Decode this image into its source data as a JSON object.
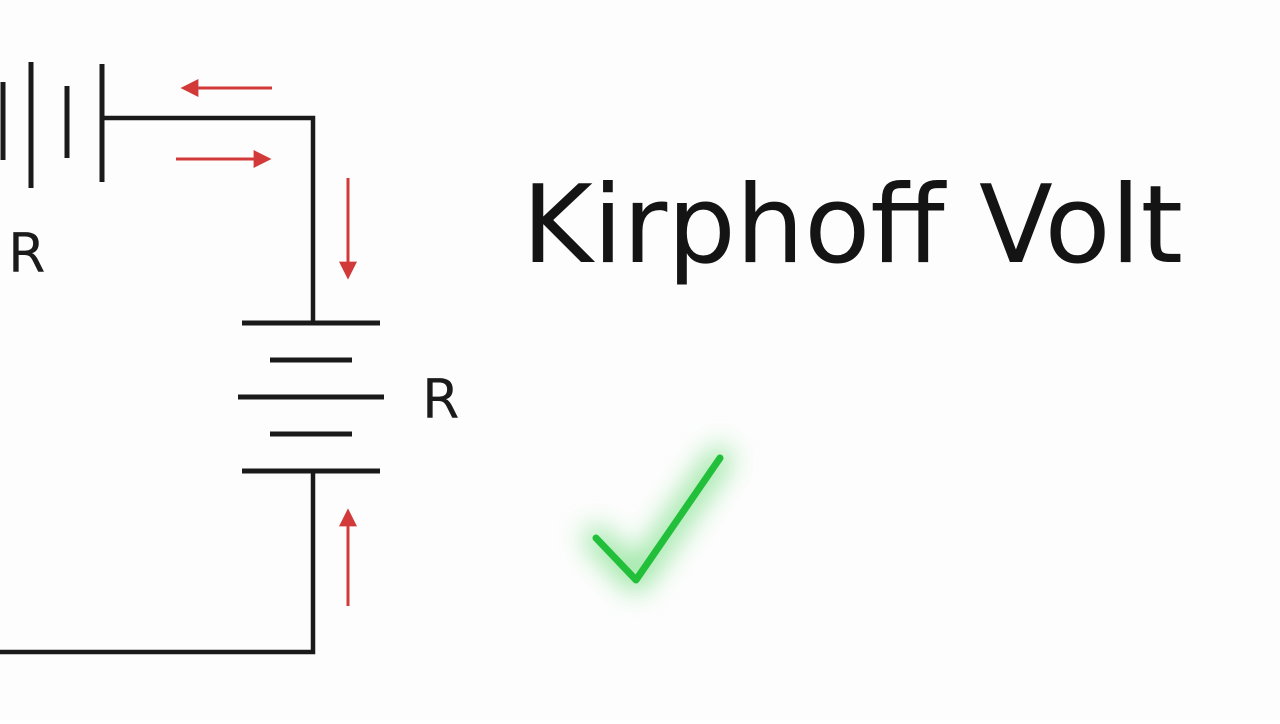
{
  "title": "Kirphoff Volt",
  "resistors": [
    {
      "label": "R"
    },
    {
      "label": "R"
    }
  ],
  "colors": {
    "background": "#fdfdfd",
    "wire": "#1a1a1a",
    "current_arrow": "#d23a3a",
    "check_mark": "#22c03a",
    "check_glow": "#7fe08a"
  },
  "icons": {
    "check": "check-icon"
  }
}
